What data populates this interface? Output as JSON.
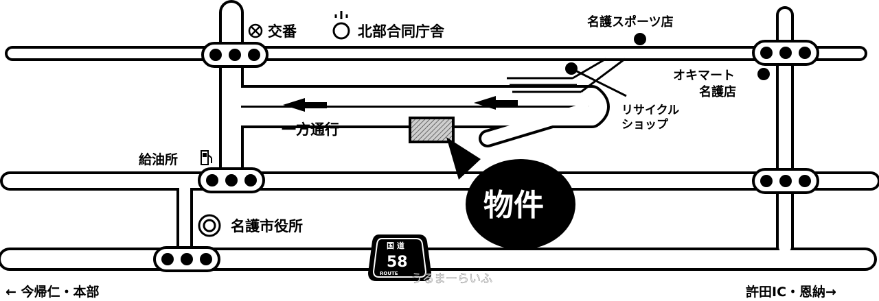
{
  "labels": {
    "koban": "交番",
    "northOffice": "北部合同庁舎",
    "sportsStore": "名護スポーツ店",
    "okimart": "オキマート",
    "okimartBranch": "名護店",
    "recycle1": "リサイクル",
    "recycle2": "ショップ",
    "oneway": "一方通行",
    "gasStation": "給油所",
    "cityHall": "名護市役所",
    "property": "物件",
    "leftDirection": "← 今帰仁・本部",
    "rightDirection": "許田IC・恩納→"
  },
  "route": {
    "top": "国 道",
    "number": "58",
    "small": "ROUTE"
  },
  "watermark": "うるまーらいふ",
  "colors": {
    "ink": "#000000",
    "paper": "#ffffff",
    "hatch": "#9a9a9a"
  }
}
